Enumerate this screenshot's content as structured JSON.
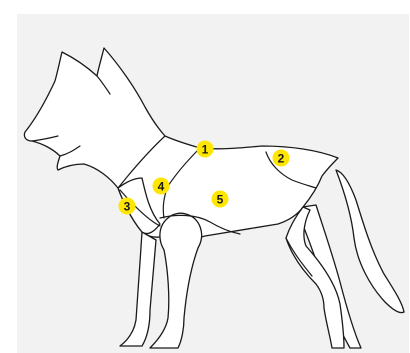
{
  "colors": {
    "panel_background": "#f2f2f2",
    "dog_fill": "#ffffff",
    "outline": "#1a1a1a",
    "marker_fill": "#ffe600",
    "marker_text": "#1a1a1a"
  },
  "markers": [
    {
      "label": "1"
    },
    {
      "label": "2"
    },
    {
      "label": "3"
    },
    {
      "label": "4"
    },
    {
      "label": "5"
    }
  ]
}
